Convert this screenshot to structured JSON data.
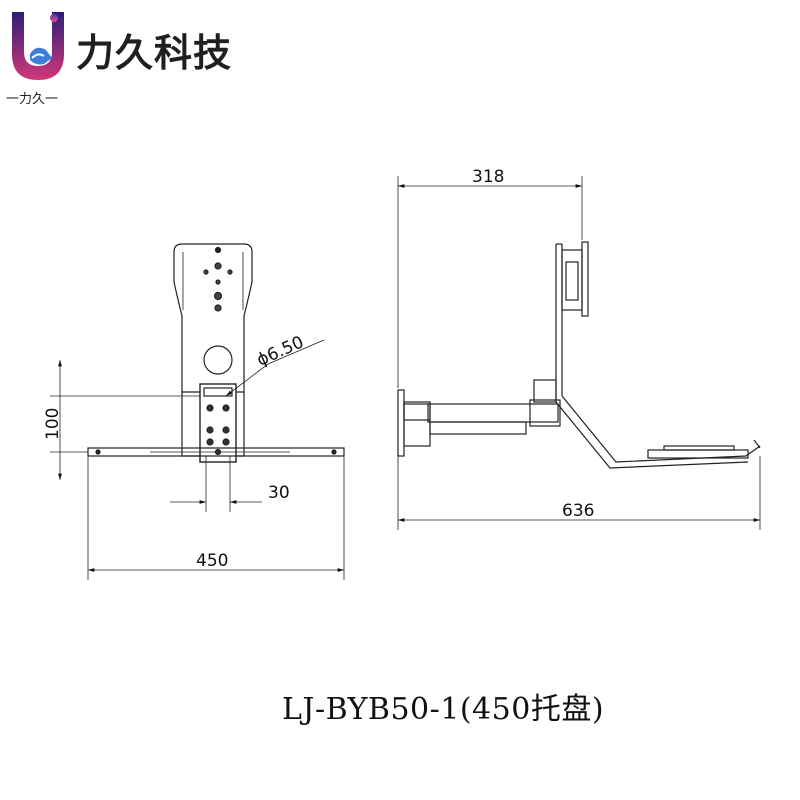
{
  "brand": {
    "name": "力久科技",
    "subtitle": "一力久一",
    "colors": {
      "purple": "#3a2a8a",
      "pink": "#d83a7a",
      "blue": "#3d7fd6"
    }
  },
  "front_view": {
    "dim_width": "450",
    "dim_height": "100",
    "dim_small": "30",
    "dim_hole": "ϕ6.50"
  },
  "side_view": {
    "dim_top": "318",
    "dim_bottom": "636"
  },
  "model": {
    "caption": "LJ-BYB50-1(450托盘)"
  }
}
